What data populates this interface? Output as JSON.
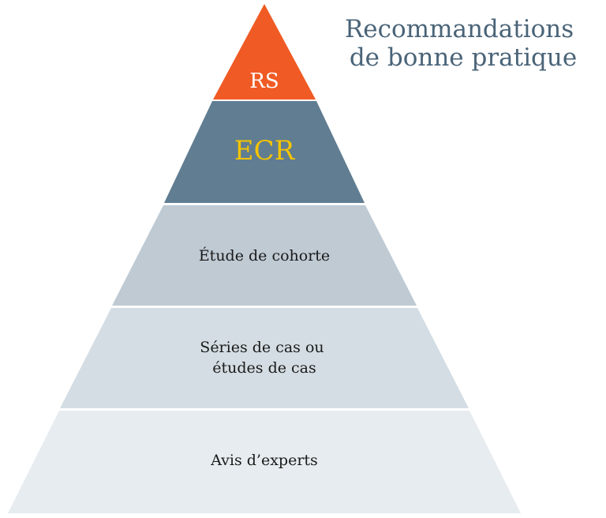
{
  "heading": {
    "lines": [
      "Recommandations",
      "de bonne pratique"
    ],
    "color": "#4a6478"
  },
  "tiers": [
    {
      "lines": [
        "RS"
      ],
      "fill": "#f05a24",
      "text_color": "#ffffff"
    },
    {
      "lines": [
        "ECR"
      ],
      "fill": "#607d92",
      "text_color": "#f5c400"
    },
    {
      "lines": [
        "Étude de cohorte"
      ],
      "fill": "#bfcad3",
      "text_color": "#1a1a1a"
    },
    {
      "lines": [
        "Séries de cas ou",
        "études de cas"
      ],
      "fill": "#d4dde3",
      "text_color": "#1a1a1a"
    },
    {
      "lines": [
        "Avis d’experts"
      ],
      "fill": "#e6ecef",
      "text_color": "#1a1a1a"
    }
  ]
}
